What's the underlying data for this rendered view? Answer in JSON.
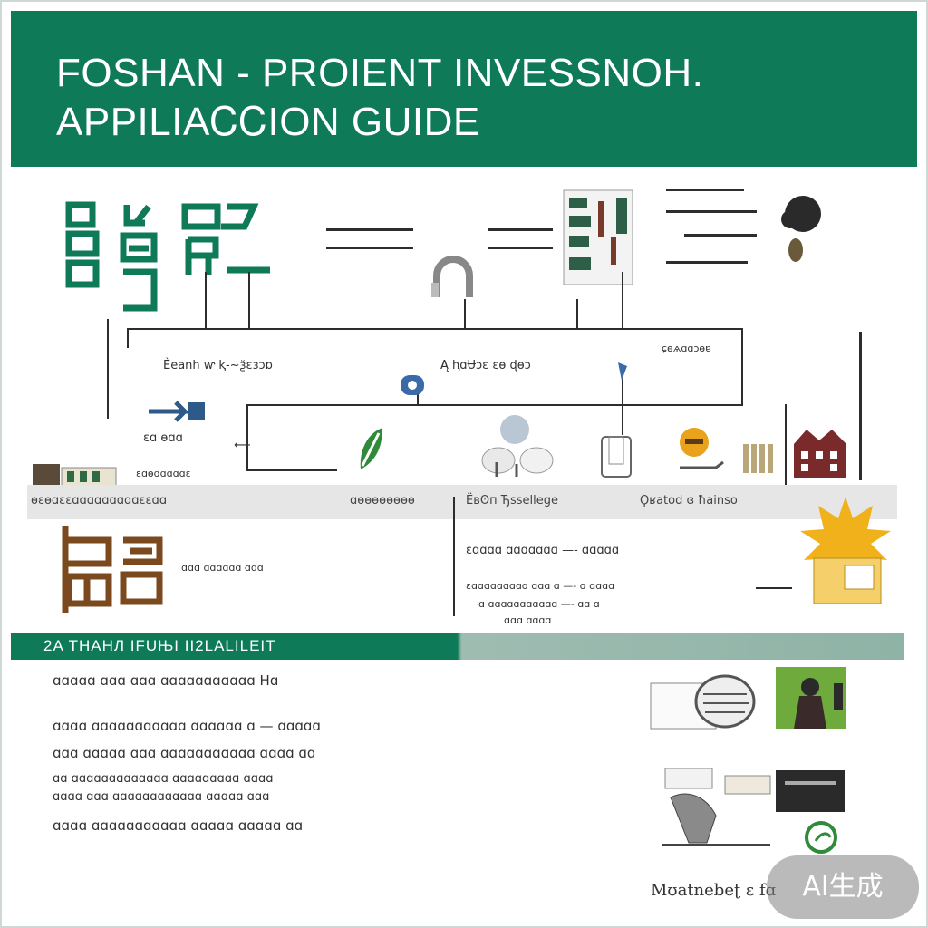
{
  "header": {
    "title_line1": "FOSHAN - PROIENT INVESSNOH.",
    "title_line2": "APPILIAᏟᏟION GUIDE"
  },
  "colors": {
    "brand": "#0f7a58",
    "band": "#e6e6e6",
    "brown": "#7a4a1e",
    "orange": "#e8a21b"
  },
  "flow": {
    "label_left": "Ѐeanh ⱳ ⱪ-~ѯɛɜɔɒ",
    "label_center": "Ą ⱨɑɄɔɛ ɛɵ ɖɵɔ",
    "label_right": "ɕɵѧɑɑɔɵɐ",
    "left_box_label": "ɛɑ ɵɑɑ",
    "left_box_sub": "ɛɑɵɑɑɑɑɑɛ"
  },
  "band": {
    "cell1": "ɵɛɵɑɛɛɑɑɑɑɑɑɑɑɑɛɛɑɑ",
    "cell2": "ɑɵɵɵɵɵɵɵɵ",
    "cell3": "Ёвʘп Ђѕѕеllеge",
    "cell4": "Ϙʁаtоd ɞ ħаіnѕо"
  },
  "lower_flow": {
    "row1": "ɛɑɑɑɑ ɑɑɑɑɑɑɑ —- ɑɑɑɑɑ",
    "row2": "ɛɑɑɑɑɑɑɑɑɑ ɑɑɑ ɑ —- ɑ ɑɑɑɑ",
    "row3": "ɑ ɑɑɑɑɑɑɑɑɑɑɑ —- ɑɑ ɑ",
    "row4": "ɑɑɑ ɑɑɑɑ",
    "left_caption": "ɑɑɑ ɑɑɑɑɑɑ ɑɑɑ"
  },
  "section": {
    "title": "2A ТНАНЛ ІFUЊІ      ІІ2LАLІLЕІТ",
    "paragraphs": [
      "ɑɑɑɑɑ ɑɑɑ ɑɑɑ ɑɑɑɑɑɑɑɑɑɑɑ Hɑ",
      "ɑɑɑɑ ɑɑɑɑɑɑɑɑɑɑɑ ɑɑɑɑɑɑ ɑ — ɑɑɑɑɑ",
      "ɑɑɑ ɑɑɑɑɑ ɑɑɑ ɑɑɑɑɑɑɑɑɑɑɑ ɑɑɑɑ ɑɑ",
      "ɑɑ ɑɑɑɑɑɑɑɑɑɑɑɑɑ ɑɑɑɑɑɑɑɑɑ ɑɑɑɑ",
      "ɑɑɑɑ ɑɑɑ ɑɑɑɑɑɑɑɑɑɑɑɑ ɑɑɑɑɑ ɑɑɑ",
      "ɑɑɑɑ ɑɑɑɑɑɑɑɑɑɑɑ ɑɑɑɑɑ ɑɑɑɑɑ ɑɑ"
    ]
  },
  "footer": {
    "caption": "Мʊаtnеbеʈ ɛ fɑ",
    "badge": "AI生成"
  }
}
